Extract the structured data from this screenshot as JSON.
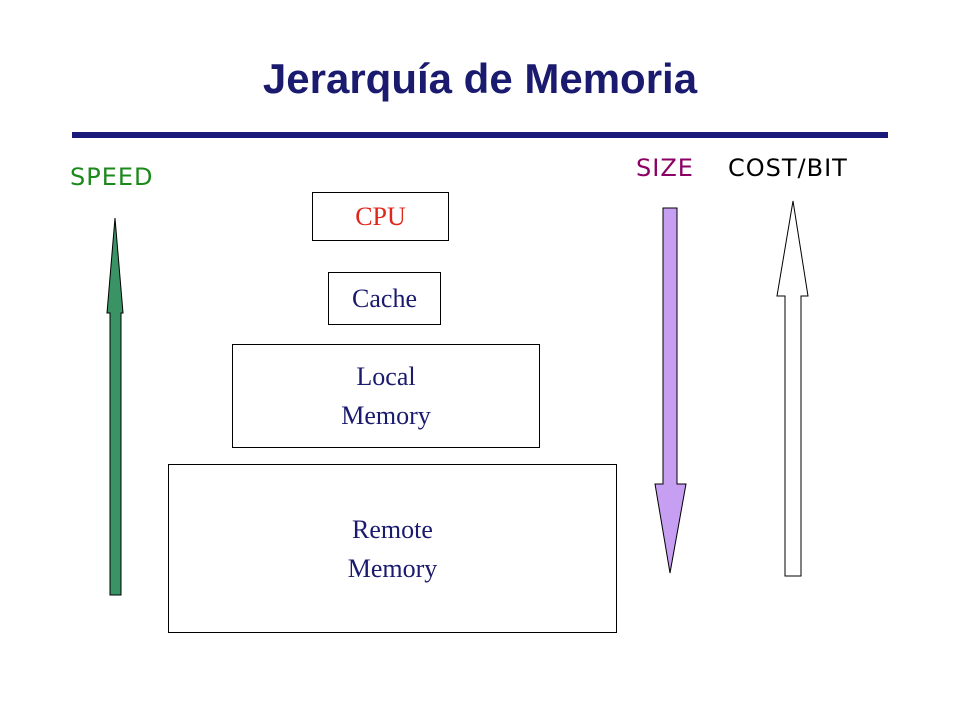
{
  "title": "Jerarquía de Memoria",
  "axis_labels": {
    "speed": "SPEED",
    "size": "SIZE",
    "cost_per_bit": "COST/BIT"
  },
  "hierarchy": {
    "cpu": "CPU",
    "cache": "Cache",
    "local_memory": [
      "Local",
      "Memory"
    ],
    "remote_memory": [
      "Remote",
      "Memory"
    ]
  },
  "colors": {
    "title": "#1a1a6e",
    "rule": "#1a1a7a",
    "speed_label": "#1b8a1b",
    "size_label": "#8b0066",
    "cost_label": "#000000",
    "cpu_text": "#e0261c",
    "box_text": "#1a1a6e",
    "speed_arrow": "#3a9364",
    "size_arrow": "#c79ff2",
    "cost_arrow": "#ffffff"
  },
  "arrow_directions": {
    "speed": "up",
    "size": "down",
    "cost_per_bit": "up"
  }
}
